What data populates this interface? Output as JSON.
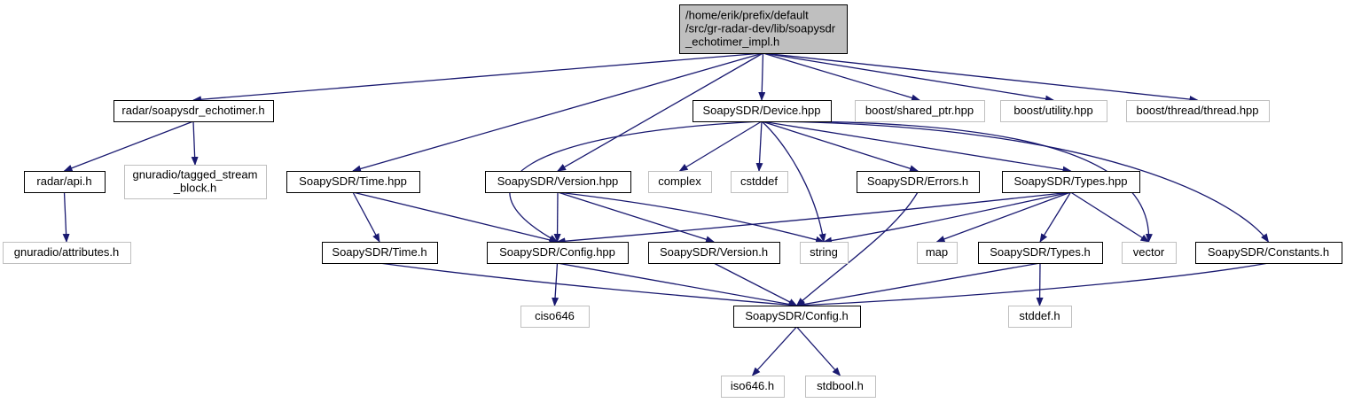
{
  "colors": {
    "edge": "#191970",
    "root_fill": "#bfbfbf",
    "root_stroke": "#000000",
    "documented_stroke": "#000000",
    "external_stroke": "#bfbfbf",
    "node_fill": "#ffffff",
    "text": "#000000"
  },
  "nodes": [
    {
      "id": "root",
      "kind": "root",
      "lines": [
        "/home/erik/prefix/default",
        "/src/gr-radar-dev/lib/soapysdr",
        "_echotimer_impl.h"
      ]
    },
    {
      "id": "radar_soapysdr_echotimer",
      "kind": "documented",
      "lines": [
        "radar/soapysdr_echotimer.h"
      ]
    },
    {
      "id": "soapy_device_hpp",
      "kind": "documented",
      "lines": [
        "SoapySDR/Device.hpp"
      ]
    },
    {
      "id": "boost_shared_ptr",
      "kind": "external",
      "lines": [
        "boost/shared_ptr.hpp"
      ]
    },
    {
      "id": "boost_utility",
      "kind": "external",
      "lines": [
        "boost/utility.hpp"
      ]
    },
    {
      "id": "boost_thread",
      "kind": "external",
      "lines": [
        "boost/thread/thread.hpp"
      ]
    },
    {
      "id": "radar_api",
      "kind": "documented",
      "lines": [
        "radar/api.h"
      ]
    },
    {
      "id": "gnuradio_tagged_stream",
      "kind": "external",
      "lines": [
        "gnuradio/tagged_stream",
        "_block.h"
      ]
    },
    {
      "id": "soapy_time_hpp",
      "kind": "documented",
      "lines": [
        "SoapySDR/Time.hpp"
      ]
    },
    {
      "id": "soapy_version_hpp",
      "kind": "documented",
      "lines": [
        "SoapySDR/Version.hpp"
      ]
    },
    {
      "id": "complex",
      "kind": "external",
      "lines": [
        "complex"
      ]
    },
    {
      "id": "cstddef",
      "kind": "external",
      "lines": [
        "cstddef"
      ]
    },
    {
      "id": "soapy_errors_h",
      "kind": "documented",
      "lines": [
        "SoapySDR/Errors.h"
      ]
    },
    {
      "id": "soapy_types_hpp",
      "kind": "documented",
      "lines": [
        "SoapySDR/Types.hpp"
      ]
    },
    {
      "id": "gnuradio_attributes",
      "kind": "external",
      "lines": [
        "gnuradio/attributes.h"
      ]
    },
    {
      "id": "soapy_time_h",
      "kind": "documented",
      "lines": [
        "SoapySDR/Time.h"
      ]
    },
    {
      "id": "soapy_config_hpp",
      "kind": "documented",
      "lines": [
        "SoapySDR/Config.hpp"
      ]
    },
    {
      "id": "soapy_version_h",
      "kind": "documented",
      "lines": [
        "SoapySDR/Version.h"
      ]
    },
    {
      "id": "string",
      "kind": "external",
      "lines": [
        "string"
      ]
    },
    {
      "id": "map",
      "kind": "external",
      "lines": [
        "map"
      ]
    },
    {
      "id": "soapy_types_h",
      "kind": "documented",
      "lines": [
        "SoapySDR/Types.h"
      ]
    },
    {
      "id": "vector",
      "kind": "external",
      "lines": [
        "vector"
      ]
    },
    {
      "id": "soapy_constants_h",
      "kind": "documented",
      "lines": [
        "SoapySDR/Constants.h"
      ]
    },
    {
      "id": "ciso646",
      "kind": "external",
      "lines": [
        "ciso646"
      ]
    },
    {
      "id": "soapy_config_h",
      "kind": "documented",
      "lines": [
        "SoapySDR/Config.h"
      ]
    },
    {
      "id": "stddef_h",
      "kind": "external",
      "lines": [
        "stddef.h"
      ]
    },
    {
      "id": "iso646_h",
      "kind": "external",
      "lines": [
        "iso646.h"
      ]
    },
    {
      "id": "stdbool_h",
      "kind": "external",
      "lines": [
        "stdbool.h"
      ]
    }
  ],
  "edges": [
    {
      "from": "root",
      "to": "radar_soapysdr_echotimer"
    },
    {
      "from": "root",
      "to": "soapy_device_hpp"
    },
    {
      "from": "root",
      "to": "boost_shared_ptr"
    },
    {
      "from": "root",
      "to": "boost_utility"
    },
    {
      "from": "root",
      "to": "boost_thread"
    },
    {
      "from": "root",
      "to": "soapy_time_hpp"
    },
    {
      "from": "root",
      "to": "soapy_version_hpp"
    },
    {
      "from": "radar_soapysdr_echotimer",
      "to": "radar_api"
    },
    {
      "from": "radar_soapysdr_echotimer",
      "to": "gnuradio_tagged_stream"
    },
    {
      "from": "radar_api",
      "to": "gnuradio_attributes"
    },
    {
      "from": "soapy_device_hpp",
      "to": "soapy_config_hpp"
    },
    {
      "from": "soapy_device_hpp",
      "to": "complex"
    },
    {
      "from": "soapy_device_hpp",
      "to": "cstddef"
    },
    {
      "from": "soapy_device_hpp",
      "to": "string"
    },
    {
      "from": "soapy_device_hpp",
      "to": "soapy_errors_h"
    },
    {
      "from": "soapy_device_hpp",
      "to": "soapy_types_hpp"
    },
    {
      "from": "soapy_device_hpp",
      "to": "vector"
    },
    {
      "from": "soapy_device_hpp",
      "to": "soapy_constants_h"
    },
    {
      "from": "soapy_time_hpp",
      "to": "soapy_time_h"
    },
    {
      "from": "soapy_time_hpp",
      "to": "soapy_config_hpp"
    },
    {
      "from": "soapy_version_hpp",
      "to": "soapy_config_hpp"
    },
    {
      "from": "soapy_version_hpp",
      "to": "soapy_version_h"
    },
    {
      "from": "soapy_version_hpp",
      "to": "string"
    },
    {
      "from": "soapy_types_hpp",
      "to": "soapy_config_hpp"
    },
    {
      "from": "soapy_types_hpp",
      "to": "string"
    },
    {
      "from": "soapy_types_hpp",
      "to": "map"
    },
    {
      "from": "soapy_types_hpp",
      "to": "soapy_types_h"
    },
    {
      "from": "soapy_types_hpp",
      "to": "vector"
    },
    {
      "from": "soapy_errors_h",
      "to": "soapy_config_h"
    },
    {
      "from": "soapy_time_h",
      "to": "soapy_config_h"
    },
    {
      "from": "soapy_config_hpp",
      "to": "soapy_config_h"
    },
    {
      "from": "soapy_config_hpp",
      "to": "ciso646"
    },
    {
      "from": "soapy_version_h",
      "to": "soapy_config_h"
    },
    {
      "from": "soapy_types_h",
      "to": "soapy_config_h"
    },
    {
      "from": "soapy_types_h",
      "to": "stddef_h"
    },
    {
      "from": "soapy_constants_h",
      "to": "soapy_config_h"
    },
    {
      "from": "soapy_config_h",
      "to": "iso646_h"
    },
    {
      "from": "soapy_config_h",
      "to": "stdbool_h"
    }
  ]
}
